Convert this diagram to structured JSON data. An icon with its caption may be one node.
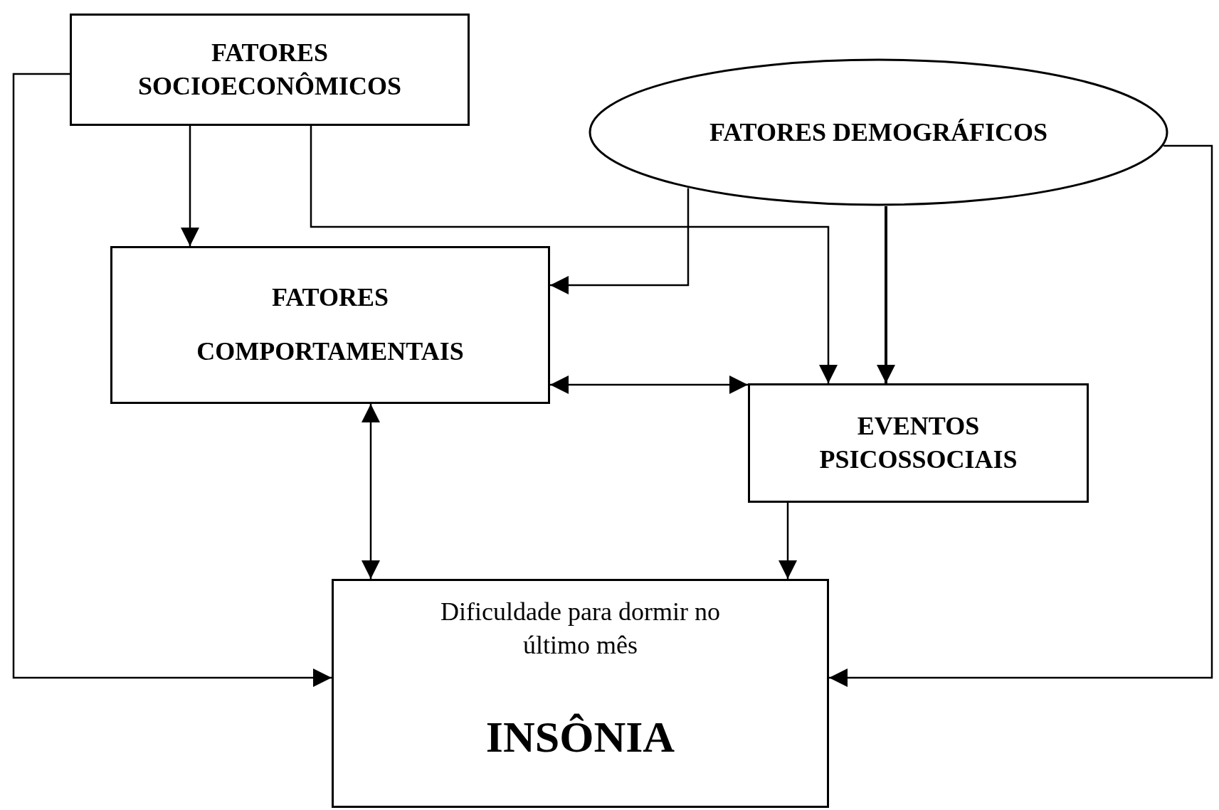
{
  "diagram": {
    "nodes": [
      {
        "text": [
          "FATORES SOCIOECONÔMICOS"
        ]
      },
      {
        "text": [
          "FATORES DEMOGRÁFICOS"
        ]
      },
      {
        "text": [
          "FATORES COMPORTAMENTAIS"
        ]
      },
      {
        "text": [
          "EVENTOS PSICOSSOCIAIS"
        ]
      },
      {
        "text": [
          "Dificuldade para dormir no último mês",
          "INSÔNIA"
        ]
      }
    ],
    "edges": [
      {
        "from": 0,
        "to": 2,
        "arrow": "to"
      },
      {
        "from": 0,
        "to": 3,
        "arrow": "to"
      },
      {
        "from": 1,
        "to": 2,
        "arrow": "to"
      },
      {
        "from": 1,
        "to": 3,
        "arrow": "to"
      },
      {
        "from": 2,
        "to": 3,
        "arrow": "both"
      },
      {
        "from": 2,
        "to": 4,
        "arrow": "both"
      },
      {
        "from": 3,
        "to": 4,
        "arrow": "to"
      },
      {
        "from": 0,
        "to": 4,
        "arrow": "to"
      },
      {
        "from": 1,
        "to": 4,
        "arrow": "to"
      }
    ]
  }
}
